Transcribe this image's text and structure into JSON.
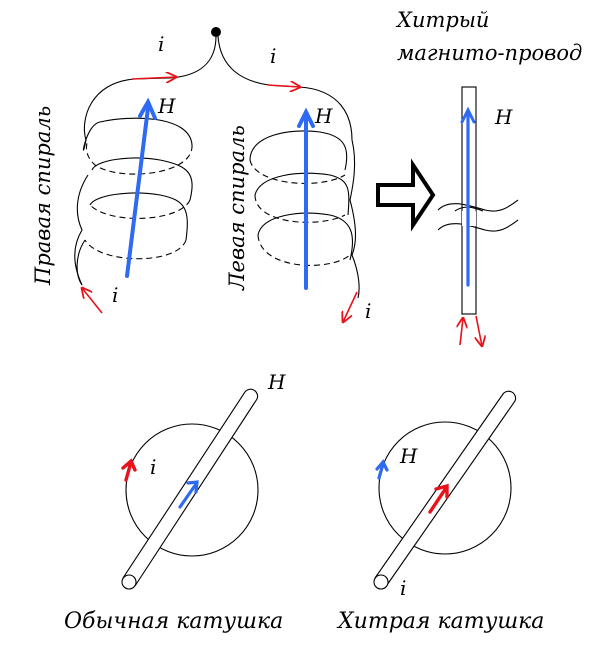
{
  "colors": {
    "current": "#e8121b",
    "field": "#2f6af2",
    "line": "#000000",
    "background": "#ffffff"
  },
  "labels": {
    "current_top_left": "i",
    "current_top_right": "i",
    "field_right_coil": "H",
    "field_left_coil": "H",
    "current_bottom_left": "i",
    "current_bottom_right": "i",
    "right_spiral": "Правая спираль",
    "left_spiral": "Левая спираль",
    "tricky_title_line1": "Хитрый",
    "tricky_title_line2": "магнито-провод",
    "field_conductor": "H",
    "ordinary_field": "H",
    "ordinary_current": "i",
    "ordinary_caption": "Обычная катушка",
    "tricky_field": "H",
    "tricky_current": "i",
    "tricky_caption": "Хитрая катушка"
  },
  "icons": {
    "transform_arrow": "hollow-right-arrow-icon",
    "junction": "junction-dot-icon"
  }
}
